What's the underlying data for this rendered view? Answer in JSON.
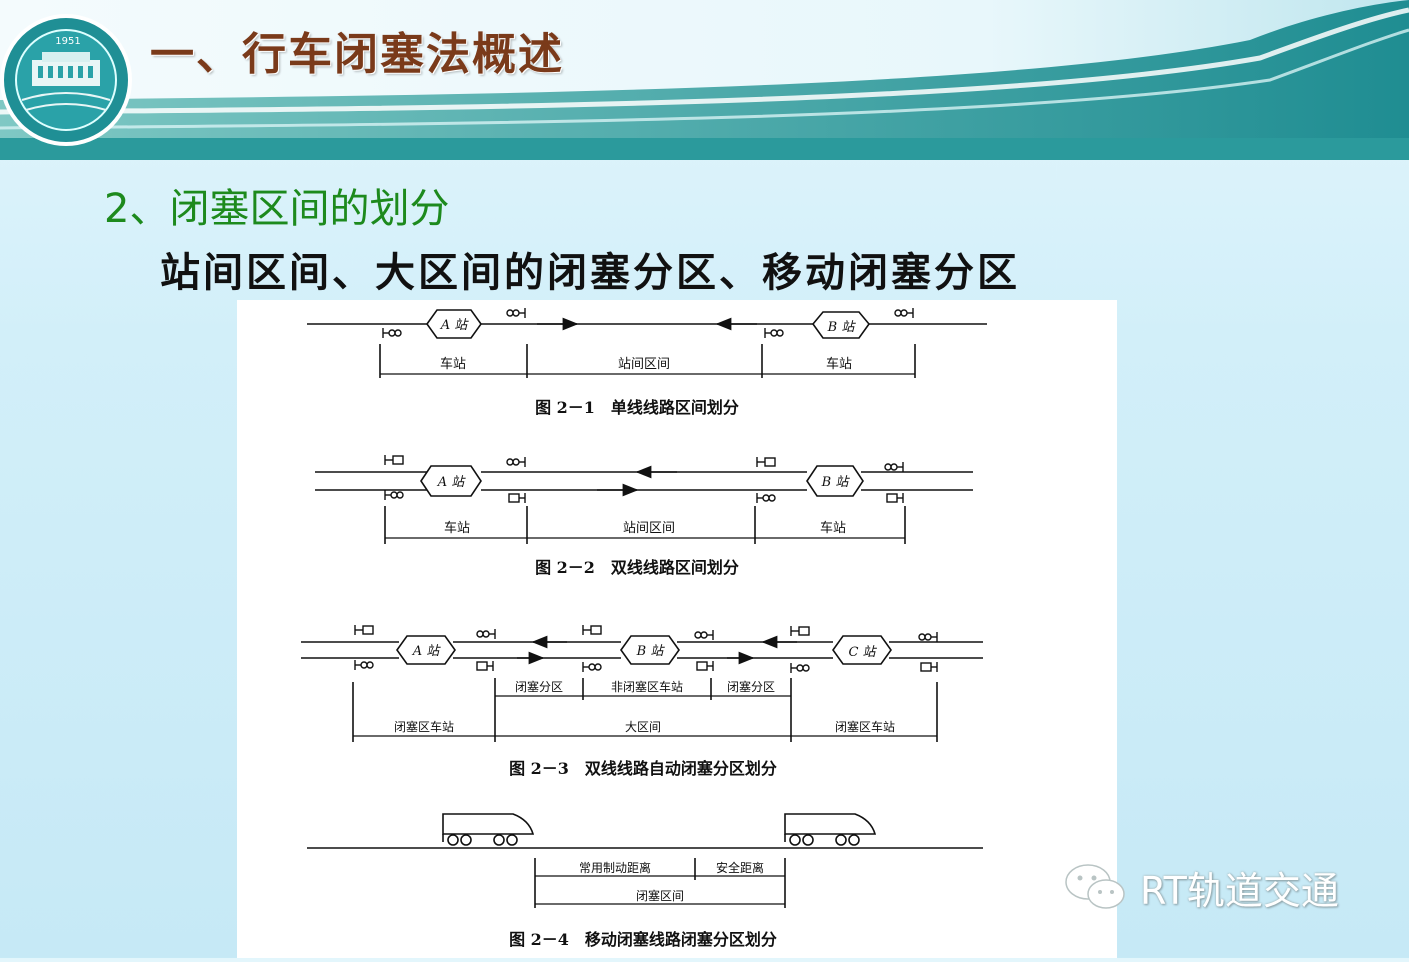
{
  "header": {
    "title": "一、行车闭塞法概述",
    "logo_year": "1951",
    "logo_label": "college-seal-logo"
  },
  "subtitle": "2、闭塞区间的划分",
  "bullet": "站间区间、大区间的闭塞分区、移动闭塞分区",
  "colors": {
    "header_teal": "#2a9a9a",
    "title_brown": "#7a3a1a",
    "subtitle_green": "#1d8a1d",
    "background": "#d2eff9"
  },
  "figures": {
    "fig1": {
      "caption": "图 2－1　单线线路区间划分",
      "stations": [
        "A 站",
        "B 站"
      ],
      "spans": [
        "车站",
        "站间区间",
        "车站"
      ]
    },
    "fig2": {
      "caption": "图 2－2　双线线路区间划分",
      "stations": [
        "A 站",
        "B 站"
      ],
      "spans": [
        "车站",
        "站间区间",
        "车站"
      ]
    },
    "fig3": {
      "caption": "图 2－3　双线线路自动闭塞分区划分",
      "stations": [
        "A 站",
        "B 站",
        "C 站"
      ],
      "upper_spans": [
        "闭塞分区",
        "非闭塞区车站",
        "闭塞分区"
      ],
      "lower_spans": [
        "闭塞区车站",
        "大区间",
        "闭塞区车站"
      ]
    },
    "fig4": {
      "caption": "图 2－4　移动闭塞线路闭塞分区划分",
      "upper_spans": [
        "常用制动距离",
        "安全距离"
      ],
      "lower_spans": [
        "闭塞区间"
      ]
    }
  },
  "watermark": {
    "text": "RT轨道交通",
    "icon": "wechat-icon"
  }
}
